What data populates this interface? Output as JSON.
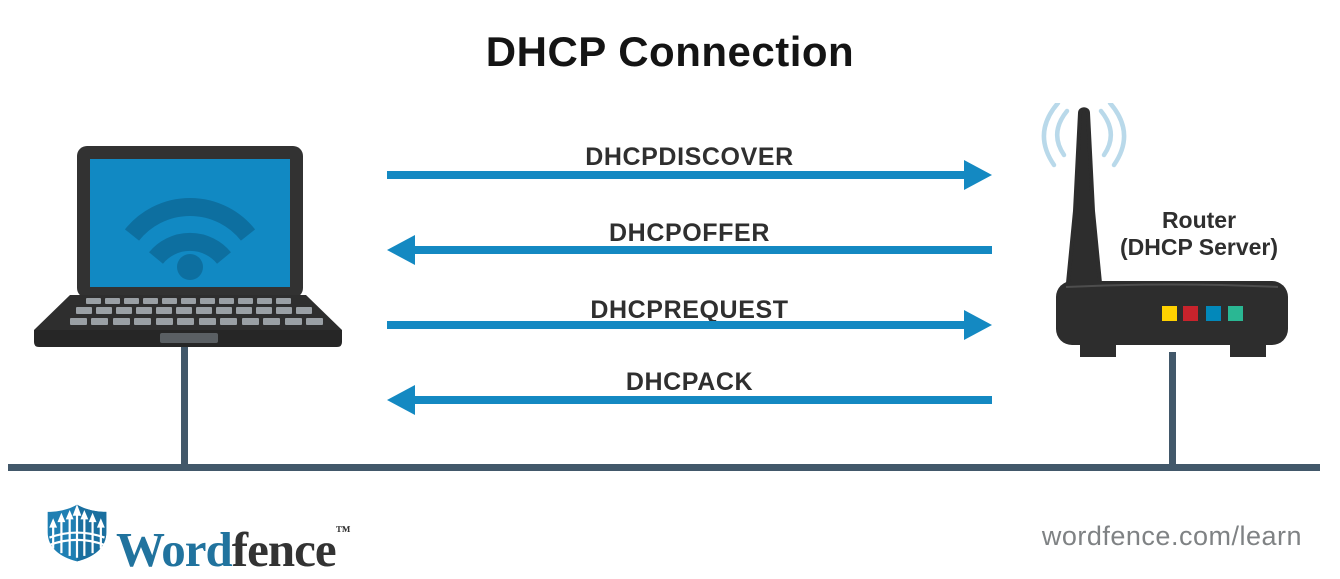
{
  "title": "DHCP Connection",
  "diagram": {
    "messages": [
      {
        "label": "DHCPDISCOVER",
        "direction": "right"
      },
      {
        "label": "DHCPOFFER",
        "direction": "left"
      },
      {
        "label": "DHCPREQUEST",
        "direction": "right"
      },
      {
        "label": "DHCPACK",
        "direction": "left"
      }
    ],
    "client": {
      "type": "laptop"
    },
    "server_label": {
      "line1": "Router",
      "line2": "(DHCP Server)"
    }
  },
  "footer": {
    "brand": {
      "word": "Word",
      "fence": "fence",
      "trademark": "™"
    },
    "url": "wordfence.com/learn"
  },
  "colors": {
    "arrow_blue": "#1489c2",
    "screen_blue": "#1189c3",
    "wifi_dark_blue": "#0d6fa0",
    "connector_slate": "#42586a",
    "device_dark": "#2d2d2d",
    "signal_light_blue": "#b9d9ea",
    "led_yellow": "#ffd100",
    "led_red": "#c8232c",
    "led_blue": "#0288ba",
    "led_teal": "#2ab793",
    "brand_blue": "#21739e",
    "text_dark": "#2f2f2f",
    "url_gray": "#7f8284"
  }
}
